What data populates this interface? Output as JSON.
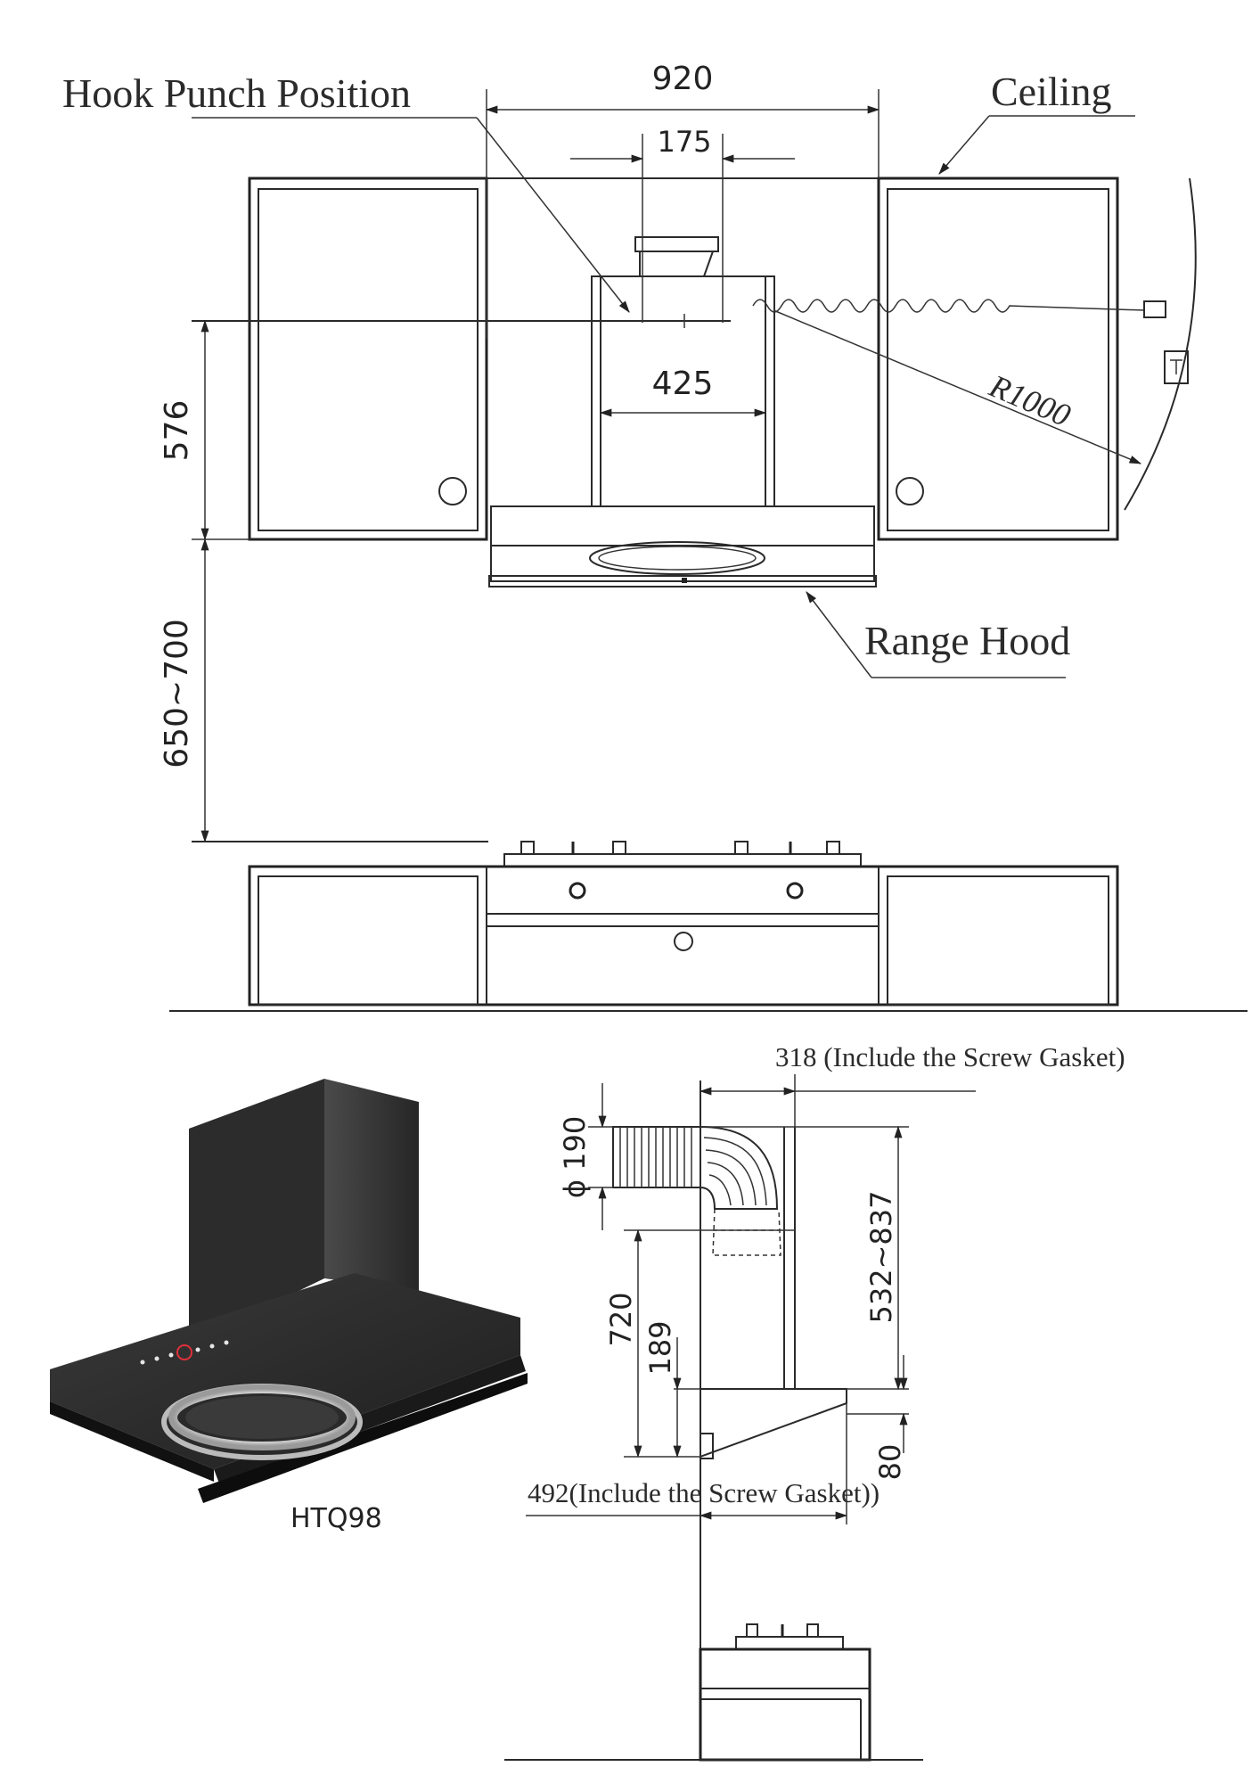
{
  "callouts": {
    "hook_punch_position": "Hook Punch Position",
    "ceiling": "Ceiling",
    "range_hood": "Range Hood"
  },
  "front_view": {
    "width_total": "920",
    "hook_spacing": "175",
    "chimney_width": "425",
    "cabinet_height": "576",
    "hood_to_hob": "650~700",
    "radius": "R1000"
  },
  "side_view": {
    "depth": "318 (Include the Screw Gasket)",
    "duct_diameter": "ϕ 190",
    "chimney_height": "532~837",
    "total_height": "720",
    "hood_height": "189",
    "front_edge": "80",
    "hood_depth": "492(Include the Screw Gasket))"
  },
  "product": {
    "model": "HTQ98"
  }
}
